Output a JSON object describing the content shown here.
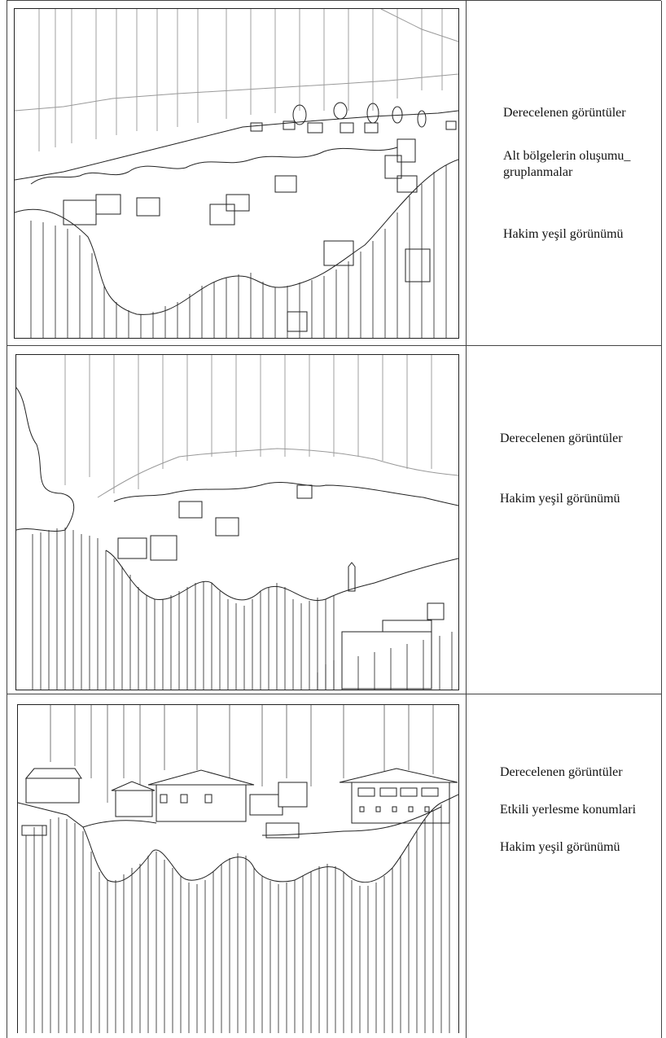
{
  "rows": [
    {
      "labels": [
        "Derecelenen görüntüler",
        "Alt bölgelerin oluşumu_",
        "gruplanmalar",
        "Hakim yeşil görünümü"
      ]
    },
    {
      "labels": [
        "Derecelenen görüntüler",
        "Hakim yeşil görünümü"
      ]
    },
    {
      "labels": [
        "Derecelenen görüntüler",
        "Etkili yerlesme konumlari",
        "Hakim yeşil görünümü"
      ]
    }
  ]
}
